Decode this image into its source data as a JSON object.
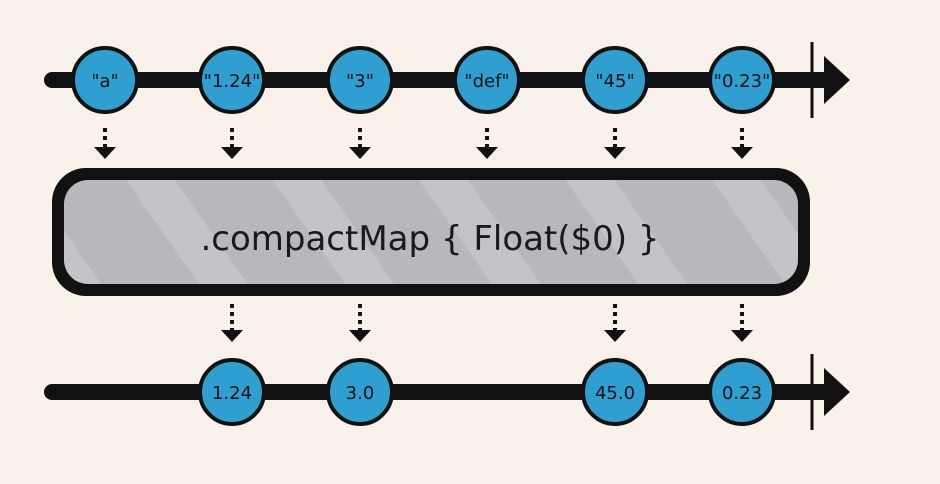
{
  "operator": {
    "label": ".compactMap { Float($0) }"
  },
  "input": {
    "marbles": [
      {
        "label": "\"a\"",
        "passes": false
      },
      {
        "label": "\"1.24\"",
        "passes": true
      },
      {
        "label": "\"3\"",
        "passes": true
      },
      {
        "label": "\"def\"",
        "passes": false
      },
      {
        "label": "\"45\"",
        "passes": true
      },
      {
        "label": "\"0.23\"",
        "passes": true
      }
    ]
  },
  "output": {
    "marbles": [
      {
        "label": "1.24",
        "slot": 1
      },
      {
        "label": "3.0",
        "slot": 2
      },
      {
        "label": "45.0",
        "slot": 4
      },
      {
        "label": "0.23",
        "slot": 5
      }
    ]
  },
  "colors": {
    "background": "#f8f2ea",
    "marble": "#2f9fd2",
    "outline": "#111111",
    "box_fill": "#b7b7bd"
  }
}
